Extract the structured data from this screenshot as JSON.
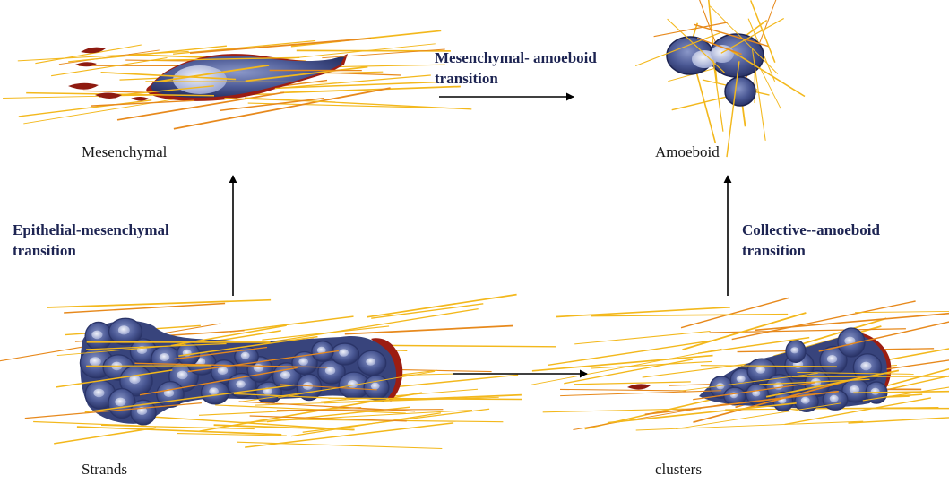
{
  "stages": {
    "mesenchymal": "Mesenchymal",
    "amoeboid": "Amoeboid",
    "strands": "Strands",
    "clusters": "clusters"
  },
  "transitions": {
    "mesenchymal_amoeboid": {
      "line1": "Mesenchymal-  amoeboid",
      "line2": "transition"
    },
    "epithelial_mesenchymal": {
      "line1": "Epithelial-mesenchymal",
      "line2": "transition"
    },
    "collective_amoeboid": {
      "line1": "Collective--amoeboid",
      "line2": "transition"
    }
  },
  "colors": {
    "fiber_yellow": "#f3b81c",
    "fiber_orange": "#e7891c",
    "cell_fill": "#4a5894",
    "cell_dark": "#2a3468",
    "nucleus": "#c5cde6",
    "membrane_red": "#9c1d12",
    "text_dark_blue": "#1d2452"
  }
}
